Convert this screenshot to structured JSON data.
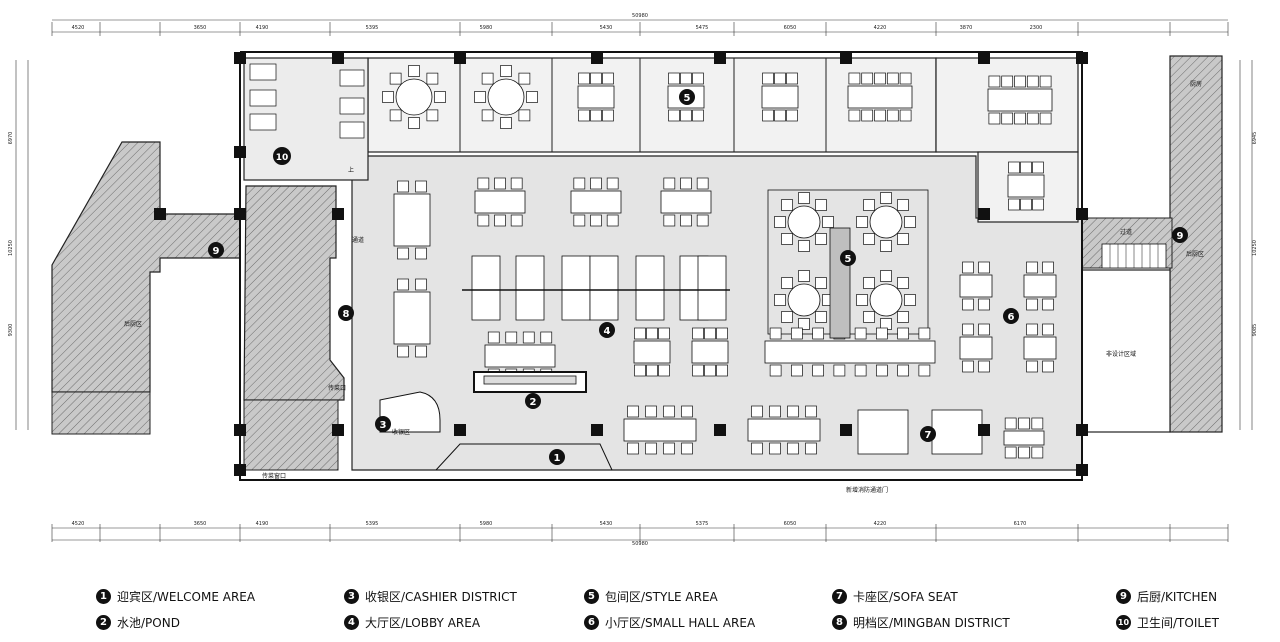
{
  "dimensions": {
    "total": "50980",
    "top": [
      "4520",
      "3650",
      "4190",
      "5395",
      "5980",
      "5430",
      "5475",
      "6050",
      "4220",
      "3870",
      "2300"
    ],
    "bottom": [
      "4520",
      "3650",
      "4190",
      "5395",
      "5980",
      "5430",
      "5375",
      "6050",
      "4220",
      "6170"
    ],
    "left": [
      "6970",
      "10250",
      "9300"
    ],
    "right": [
      "6945",
      "10250",
      "9085"
    ]
  },
  "room_labels": {
    "kitchen_back_left": "后厨区",
    "kitchen_back_right": "后厨区",
    "kitchen_top_right": "厨房",
    "non_design": "非设计区域",
    "cashier": "收银区",
    "fire_exit": "新增消防通道门",
    "pass_window": "传菜窗口",
    "pass_door": "传菜口",
    "corridor_left": "通道",
    "corridor_right": "过道",
    "stair_up": "上"
  },
  "markers": [
    "1",
    "2",
    "3",
    "4",
    "5",
    "6",
    "7",
    "8",
    "9",
    "10"
  ],
  "legend": [
    {
      "num": "1",
      "label": "迎宾区/WELCOME AREA"
    },
    {
      "num": "2",
      "label": "水池/POND"
    },
    {
      "num": "3",
      "label": "收银区/CASHIER DISTRICT"
    },
    {
      "num": "4",
      "label": "大厅区/LOBBY AREA"
    },
    {
      "num": "5",
      "label": "包间区/STYLE AREA"
    },
    {
      "num": "6",
      "label": "小厅区/SMALL HALL AREA"
    },
    {
      "num": "7",
      "label": "卡座区/SOFA SEAT"
    },
    {
      "num": "8",
      "label": "明档区/MINGBAN  DISTRICT"
    },
    {
      "num": "9",
      "label": "后厨/KITCHEN"
    },
    {
      "num": "10",
      "label": "卫生间/TOILET"
    }
  ]
}
